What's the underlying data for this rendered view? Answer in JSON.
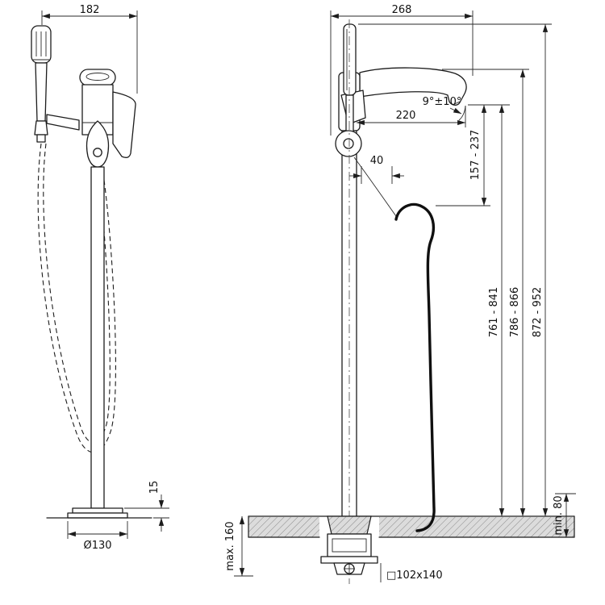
{
  "drawing": {
    "front_view": {
      "overall_width": "182",
      "base_height": "15",
      "base_diameter": "Ø130"
    },
    "side_view": {
      "overall_depth": "268",
      "spout_reach": "220",
      "spout_angle": "9°±10°",
      "spout_to_rim_range": "157 - 237",
      "hose_offset": "40",
      "spout_outlet_height": "761 - 841",
      "spout_top_height": "786 - 866",
      "overall_height": "872 - 952",
      "min_floor_clearance": "min. 80",
      "max_recess_depth": "max. 160",
      "mounting_box_size": "□102x140"
    }
  }
}
